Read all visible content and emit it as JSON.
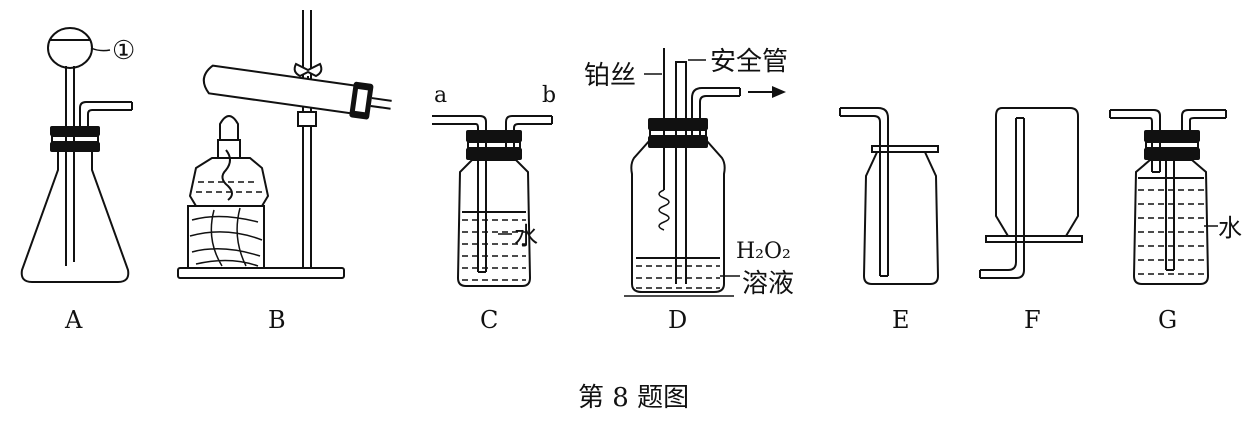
{
  "figure": {
    "caption": "第 8 题图"
  },
  "apparatus": [
    {
      "letter": "A",
      "marker": "①"
    },
    {
      "letter": "B"
    },
    {
      "letter": "C",
      "port_left": "a",
      "port_right": "b",
      "liquid_label": "水"
    },
    {
      "letter": "D",
      "wire_label": "铂丝",
      "tube_label": "安全管",
      "solution_formula": "H₂O₂",
      "solution_label": "溶液"
    },
    {
      "letter": "E"
    },
    {
      "letter": "F"
    },
    {
      "letter": "G",
      "liquid_label": "水"
    }
  ]
}
